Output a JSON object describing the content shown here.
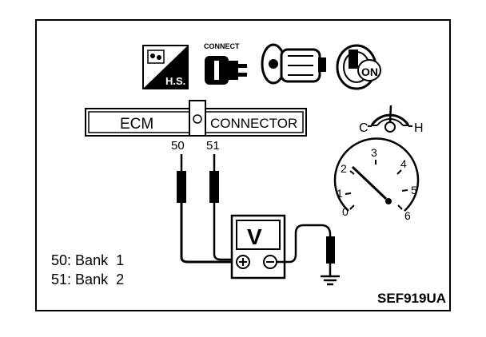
{
  "diagram": {
    "ecm_label": "ECM",
    "connector_label": "CONNECTOR",
    "icons": {
      "hs_label": "H.S.",
      "connect_label": "CONNECT",
      "ignition_label": "ON",
      "temp_cold": "C",
      "temp_hot": "H"
    },
    "terminals": [
      {
        "number": "50"
      },
      {
        "number": "51"
      }
    ],
    "meter_label": "V",
    "tachometer_ticks": [
      "0",
      "1",
      "2",
      "3",
      "4",
      "5",
      "6"
    ],
    "legend": [
      {
        "terminal": "50:",
        "text": "Bank  1"
      },
      {
        "terminal": "51:",
        "text": "Bank  2"
      }
    ],
    "figure_code": "SEF919UA"
  },
  "icon_names": [
    "hood-switch-icon",
    "connect-plug-icon",
    "engine-icon",
    "ignition-key-icon",
    "temperature-gauge-icon",
    "tachometer-icon",
    "voltmeter-icon",
    "ground-icon"
  ]
}
